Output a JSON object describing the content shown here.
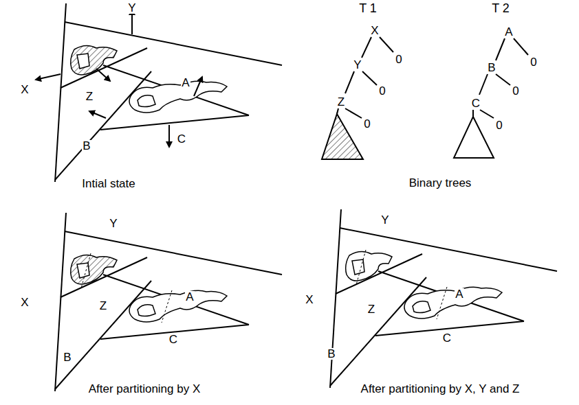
{
  "diagram": {
    "labels": [
      "Y",
      "X",
      "Z",
      "A",
      "B",
      "C",
      "Intial state",
      "T 1",
      "T 2",
      "X",
      "Y",
      "Z",
      "0",
      "0",
      "0",
      "A",
      "B",
      "C",
      "0",
      "0",
      "0",
      "Binary trees",
      "Y",
      "X",
      "Z",
      "A",
      "B",
      "C",
      "After partitioning by X",
      "Y",
      "X",
      "Z",
      "A",
      "B",
      "C",
      "After partitioning by X, Y and Z"
    ]
  }
}
